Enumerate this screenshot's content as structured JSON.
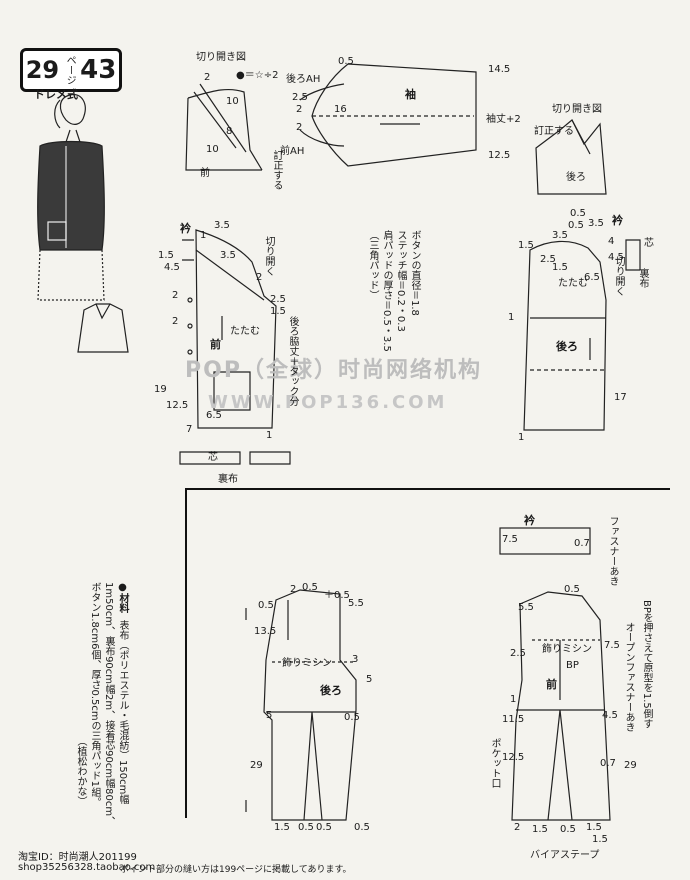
{
  "header": {
    "page_number": "29",
    "page_unit": "ページ",
    "pattern_number": "43",
    "style_label": "ドレメ式"
  },
  "top_left_cut": {
    "title": "切り開き図",
    "formula": "●＝☆÷2",
    "n2": "2",
    "n10a": "10",
    "n8": "8",
    "n10b": "10",
    "front": "前",
    "correct": "訂正する"
  },
  "sleeve": {
    "label": "袖",
    "back_ah": "後ろAH",
    "front_ah": "前AH",
    "top": "0.5",
    "v145": "14.5",
    "v25": "2.5",
    "v16": "16",
    "v2a": "2",
    "v2b": "2",
    "len": "袖丈+2",
    "v125": "12.5"
  },
  "top_right_cut": {
    "title": "切り開き図",
    "correct": "訂正する",
    "back": "後ろ"
  },
  "front_jacket": {
    "collar": "衿",
    "v35a": "3.5",
    "v1": "1",
    "v35b": "3.5",
    "v15": "1.5",
    "v45": "4.5",
    "v2a": "2",
    "v2b": "2",
    "v2c": "2",
    "v25": "2.5",
    "v1b": "1.5",
    "fold": "たたむ",
    "front": "前",
    "v19": "19",
    "v125": "12.5",
    "v65": "6.5",
    "v7": "7",
    "v1c": "1",
    "cut_open": "切り開く",
    "side_note": "後ろ脇丈＋タック分",
    "core": "芯",
    "lining": "裏布"
  },
  "notes": {
    "line1": "ボタンの直径＝1.8",
    "line2": "ステッチ幅＝0.2・0.3",
    "line3": "肩パッドの厚さ＝0.5・3.5",
    "line4": "（三角パッド）"
  },
  "back_jacket": {
    "collar": "衿",
    "v05a": "0.5",
    "v05b": "0.5",
    "v35": "3.5",
    "v15a": "1.5",
    "v35b": "3.5",
    "v4": "4",
    "v45": "4.5",
    "v25": "2.5",
    "v65": "6.5",
    "v15b": "1.5",
    "fold": "たたむ",
    "v1": "1",
    "back": "後ろ",
    "v17": "17",
    "v1b": "1",
    "cut_open": "切り開く",
    "core": "芯",
    "lining": "裏布"
  },
  "materials": {
    "title": "●材料",
    "line1": "表布（ポリエステル・毛混紡）150cm幅",
    "line2": "1m50cm、裏布90cm幅2m、接着芯90cm幅80cm、",
    "line3": "ボタン1.8cm6個、厚さ0.5cmの三角パッド1組。",
    "author": "（植松わかな）"
  },
  "lower_back": {
    "v2": "2",
    "v05": "0.5",
    "plus05": "＋0.5",
    "v55": "5.5",
    "v05b": "0.5",
    "v135": "13.5",
    "stitch": "飾りミシン",
    "v3": "3",
    "v5": "5",
    "back": "後ろ",
    "v5b": "5",
    "v29": "29",
    "v05c": "0.5",
    "b15": "1.5",
    "b05": "0.5",
    "b05b": "0.5",
    "b05c": "0.5"
  },
  "lower_front": {
    "collar": "衿",
    "v75": "7.5",
    "v07": "0.7",
    "zipper": "ファスナーあき",
    "v55": "5.5",
    "v05": "0.5",
    "bp": "BP",
    "note1": "BPを押さえて原型を1.5倒す",
    "note2": "オープンファスナーあき",
    "v25": "2.5",
    "v75b": "7.5",
    "stitch": "飾りミシン",
    "front": "前",
    "v1": "1",
    "v115": "11.5",
    "v45": "4.5",
    "v125": "12.5",
    "v07b": "0.7",
    "pocket": "ポケット口",
    "v29": "29",
    "v2": "2",
    "v15": "1.5",
    "v05b": "0.5",
    "v15b": "1.5",
    "v15c": "1.5",
    "bias": "バイアステープ"
  },
  "watermark": {
    "cn": "POP（全球）时尚网络机构",
    "url": "WWW.POP136.COM"
  },
  "footer": {
    "shop_id": "淘宝ID：时尚潮人201199",
    "shop_url": "shop35256328.taobao.com",
    "ref": "ポイント部分の縫い方は199ページに掲載してあります。"
  }
}
